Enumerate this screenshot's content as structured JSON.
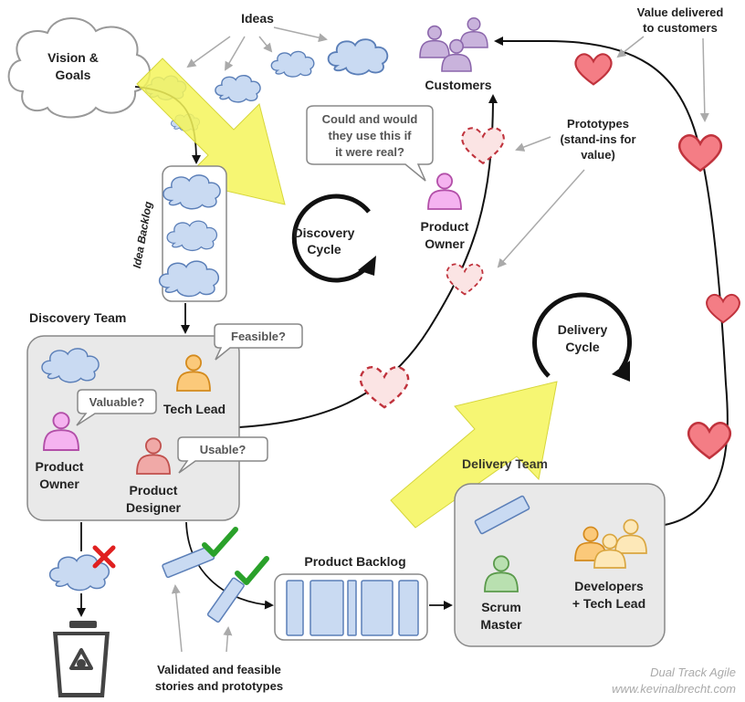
{
  "labels": {
    "vision_line1": "Vision &",
    "vision_line2": "Goals",
    "ideas": "Ideas",
    "idea_backlog": "Idea Backlog",
    "customers": "Customers",
    "value_line1": "Value delivered",
    "value_line2": "to customers",
    "prototypes_line1": "Prototypes",
    "prototypes_line2": "(stand-ins for",
    "prototypes_line3": "value)",
    "question_line1": "Could and would",
    "question_line2": "they use this if",
    "question_line3": "it were real?",
    "po_top_line1": "Product",
    "po_top_line2": "Owner",
    "discovery_cycle_line1": "Discovery",
    "discovery_cycle_line2": "Cycle",
    "delivery_cycle_line1": "Delivery",
    "delivery_cycle_line2": "Cycle",
    "discovery_team": "Discovery Team",
    "feasible": "Feasible?",
    "valuable": "Valuable?",
    "usable": "Usable?",
    "tech_lead": "Tech Lead",
    "po_line1": "Product",
    "po_line2": "Owner",
    "pd_line1": "Product",
    "pd_line2": "Designer",
    "product_backlog": "Product Backlog",
    "delivery_team": "Delivery Team",
    "scrum_line1": "Scrum",
    "scrum_line2": "Master",
    "dev_line1": "Developers",
    "dev_line2": "+ Tech Lead",
    "validated_line1": "Validated and feasible",
    "validated_line2": "stories and prototypes",
    "credit_line1": "Dual Track Agile",
    "credit_line2": "www.kevinalbrecht.com"
  },
  "colors": {
    "cloud_fill": "#c9daf2",
    "cloud_stroke": "#5b7fb8",
    "yellow_arrow": "#f5f55a",
    "heart_fill": "#f47d85",
    "heart_stroke": "#c0333d",
    "box_fill": "#e9e9e9",
    "po_fill": "#f5b3f0",
    "tech_fill": "#fbc97a",
    "designer_fill": "#f0a9a7",
    "scrum_fill": "#b9e0b0",
    "customer_fill": "#c9b3dc",
    "check": "#2aa12a",
    "cross": "#e02020"
  },
  "icons": [
    "cloud-icon",
    "heart-icon",
    "person-icon",
    "check-icon",
    "cross-icon",
    "trash-icon",
    "recycle-icon",
    "cycle-arrow-icon"
  ]
}
